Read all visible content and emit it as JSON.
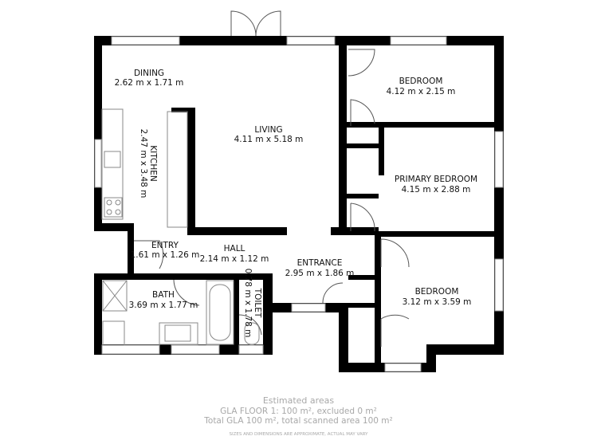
{
  "rooms": [
    {
      "name": "DINING",
      "size": "2.62 m x 1.71 m"
    },
    {
      "name": "KITCHEN",
      "size": "2.47 m x 3.48 m"
    },
    {
      "name": "LIVING",
      "size": "4.11 m x 5.18 m"
    },
    {
      "name": "BEDROOM",
      "size": "4.12 m x 2.15 m"
    },
    {
      "name": "PRIMARY BEDROOM",
      "size": "4.15 m x 2.88 m"
    },
    {
      "name": "ENTRY",
      "size": "1.61 m x 1.26 m"
    },
    {
      "name": "HALL",
      "size": "2.14 m x 1.12 m"
    },
    {
      "name": "ENTRANCE",
      "size": "2.95 m x 1.86 m"
    },
    {
      "name": "BATH",
      "size": "3.69 m x 1.77 m"
    },
    {
      "name": "TOILET",
      "size": "0.78 m x 1.78 m"
    },
    {
      "name": "BEDROOM",
      "size": "3.12 m x 3.59 m"
    }
  ],
  "footer": {
    "title": "Estimated areas",
    "line1": "GLA FLOOR 1: 100 m², excluded 0 m²",
    "line2": "Total GLA 100 m², total scanned area 100 m²",
    "disclaimer": "SIZES AND DIMENSIONS ARE APPROXIMATE, ACTUAL MAY VARY"
  },
  "colors": {
    "wall": "#000000",
    "fixture": "#888888",
    "footer_text": "#a8a8a8"
  }
}
